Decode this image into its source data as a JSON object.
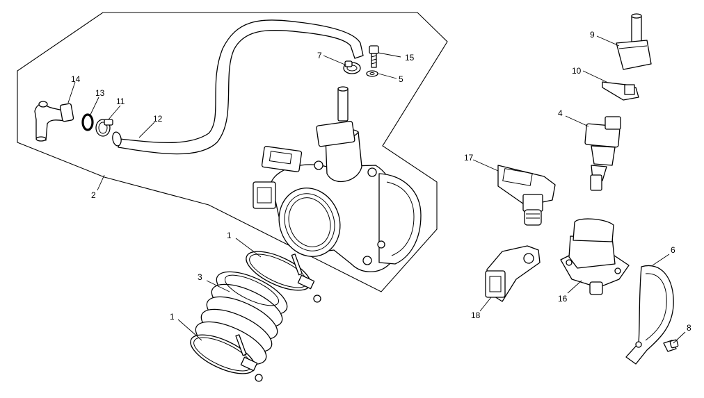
{
  "callouts": [
    "1",
    "1",
    "2",
    "3",
    "4",
    "5",
    "6",
    "7",
    "8",
    "9",
    "10",
    "11",
    "12",
    "13",
    "14",
    "15",
    "16",
    "17",
    "18"
  ]
}
